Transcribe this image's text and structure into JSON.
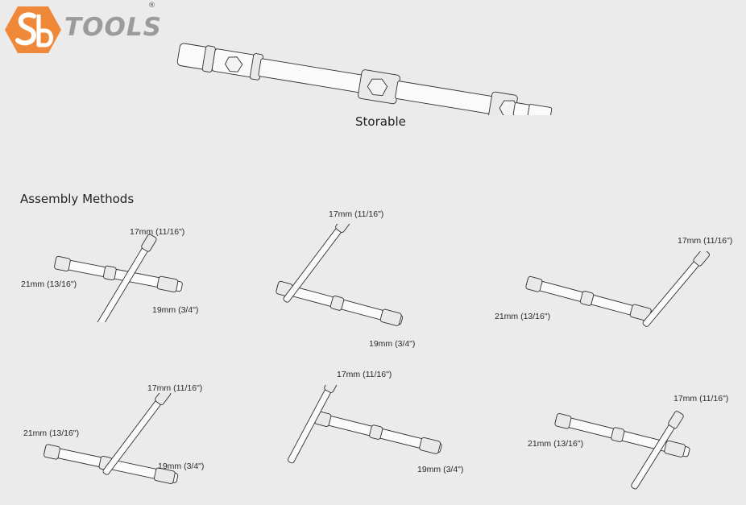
{
  "brand": {
    "logo_icon": "sb-hexagon-logo",
    "logo_color": "#f0883a",
    "name": "TOOLS",
    "registered_mark": "®"
  },
  "storable": {
    "caption": "Storable"
  },
  "assembly": {
    "heading": "Assembly Methods",
    "methods": [
      {
        "labels": {
          "size17": "17mm (11/16\")",
          "size21": "21mm (13/16\")",
          "size19": "19mm (3/4\")"
        }
      },
      {
        "labels": {
          "size17": "17mm (11/16\")",
          "size19": "19mm (3/4\")"
        }
      },
      {
        "labels": {
          "size17": "17mm (11/16\")",
          "size21": "21mm (13/16\")"
        }
      },
      {
        "labels": {
          "size17": "17mm (11/16\")",
          "size21": "21mm (13/16\")",
          "size19": "19mm (3/4\")"
        }
      },
      {
        "labels": {
          "size17": "17mm (11/16\")",
          "size19": "19mm (3/4\")"
        }
      },
      {
        "labels": {
          "size17": "17mm (11/16\")",
          "size21": "21mm (13/16\")"
        }
      }
    ]
  }
}
